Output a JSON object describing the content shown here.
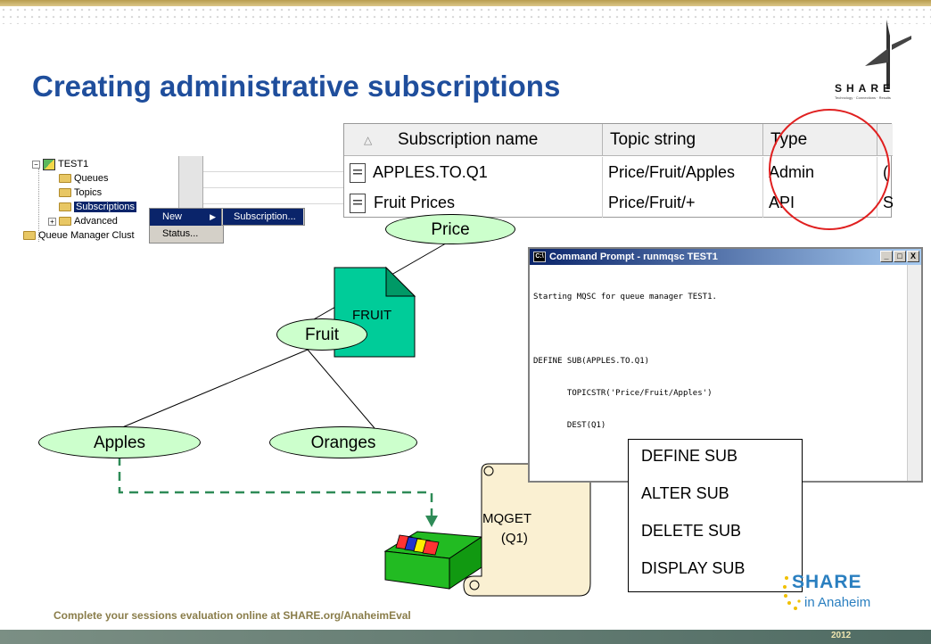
{
  "slide": {
    "title": "Creating administrative subscriptions",
    "footer": "Complete your sessions evaluation online at SHARE.org/AnaheimEval"
  },
  "logo": {
    "top_text": "SHARE",
    "top_tagline": "Technology · Connections · Results",
    "bottom_text": "SHARE",
    "bottom_sub": "in Anaheim",
    "bottom_year": "2012"
  },
  "explorer": {
    "root": "TEST1",
    "items": [
      "Queues",
      "Topics",
      "Subscriptions",
      "Advanced"
    ],
    "cut_item": "Queue Manager Clust",
    "context_menu": [
      "New",
      "Status..."
    ],
    "submenu": [
      "Subscription..."
    ]
  },
  "subscriptions_table": {
    "columns": [
      "Subscription name",
      "Topic string",
      "Type",
      ""
    ],
    "rows": [
      {
        "name": "APPLES.TO.Q1",
        "topic": "Price/Fruit/Apples",
        "type": "Admin",
        "extra": "("
      },
      {
        "name": "Fruit Prices",
        "topic": "Price/Fruit/+",
        "type": "API",
        "extra": "S"
      }
    ]
  },
  "topic_tree": {
    "root": "Price",
    "child": "Fruit",
    "leaves": [
      "Apples",
      "Oranges"
    ],
    "document_label": "FRUIT"
  },
  "cmd_window": {
    "title": "Command Prompt - runmqsc TEST1",
    "icon_text": "C:\\",
    "lines": [
      "Starting MQSC for queue manager TEST1.",
      "",
      "DEFINE SUB(APPLES.TO.Q1)",
      "       TOPICSTR('Price/Fruit/Apples')",
      "       DEST(Q1)"
    ],
    "buttons": [
      "_",
      "□",
      "X"
    ]
  },
  "commands": [
    "DEFINE SUB",
    "ALTER SUB",
    "DELETE SUB",
    "DISPLAY SUB"
  ],
  "scroll_note": {
    "text": "MQGET\n     (Q1)"
  },
  "colors": {
    "title": "#1f4e9c",
    "node_fill": "#ccffcc",
    "document_fill": "#00cc99",
    "arrow": "#2e8b57",
    "highlight_circle": "#e02020"
  }
}
